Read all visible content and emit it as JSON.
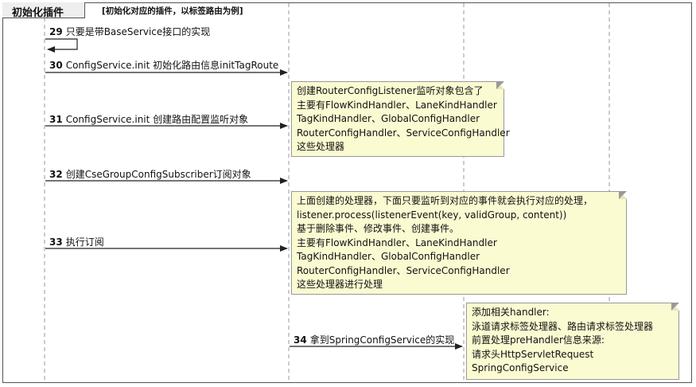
{
  "frame": {
    "tab_label": "初始化插件",
    "condition": "[初始化对应的插件，以标签路由为例]"
  },
  "messages": [
    {
      "num": "29",
      "text": "只要是带BaseService接口的实现"
    },
    {
      "num": "30",
      "text": "ConfigService.init 初始化路由信息initTagRoute"
    },
    {
      "num": "31",
      "text": "ConfigService.init 创建路由配置监听对象"
    },
    {
      "num": "32",
      "text": "创建CseGroupConfigSubscriber订阅对象"
    },
    {
      "num": "33",
      "text": "执行订阅"
    },
    {
      "num": "34",
      "text": "拿到SpringConfigService的实现"
    }
  ],
  "notes": [
    {
      "lines": [
        "创建RouterConfigListener监听对象包含了",
        "主要有FlowKindHandler、LaneKindHandler",
        "TagKindHandler、GlobalConfigHandler",
        "RouterConfigHandler、ServiceConfigHandler",
        "这些处理器"
      ]
    },
    {
      "lines": [
        "上面创建的处理器，下面只要监听到对应的事件就会执行对应的处理，",
        "listener.process(listenerEvent(key, validGroup, content))",
        "基于删除事件、修改事件、创建事件。",
        "主要有FlowKindHandler、LaneKindHandler",
        "TagKindHandler、GlobalConfigHandler",
        "RouterConfigHandler、ServiceConfigHandler",
        "这些处理器进行处理"
      ]
    },
    {
      "lines": [
        "添加相关handler:",
        "泳道请求标签处理器、路由请求标签处理器",
        "前置处理preHandler信息来源:",
        "请求头HttpServletRequest",
        "SpringConfigService"
      ]
    }
  ]
}
